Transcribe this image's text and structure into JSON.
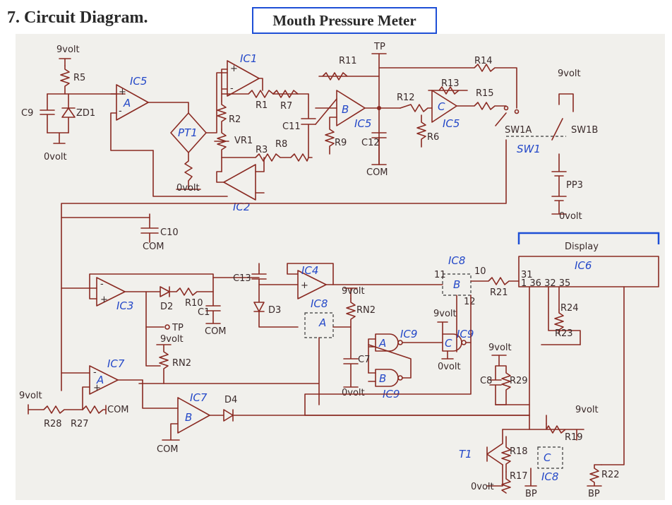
{
  "heading": "7. Circuit Diagram.",
  "title": "Mouth Pressure Meter",
  "colors": {
    "wire": "#8a2a22",
    "ic_label": "#2448c8",
    "box_border": "#1e4fd6",
    "paper": "#f1f0ec"
  },
  "labels": {
    "v9_top": "9volt",
    "r5": "R5",
    "ic5a": "IC5",
    "c9": "C9",
    "zd1": "ZD1",
    "v0_left": "0volt",
    "ic5a_a": "A",
    "pt1": "PT1",
    "v0_pt1": "0volt",
    "ic1": "IC1",
    "r2": "R2",
    "vr1": "VR1",
    "r1": "R1",
    "r7": "R7",
    "r3": "R3",
    "r8": "R8",
    "c11": "C11",
    "ic2": "IC2",
    "r11": "R11",
    "tp_top": "TP",
    "ic5b": "IC5",
    "ic5b_b": "B",
    "r9": "R9",
    "c12": "C12",
    "com_top": "COM",
    "r12": "R12",
    "r13": "R13",
    "r14": "R14",
    "r15": "R15",
    "ic5c": "IC5",
    "ic5c_c": "C",
    "r6": "R6",
    "sw1a": "SW1A",
    "sw1b": "SW1B",
    "sw1": "SW1",
    "v9_sw": "9volt",
    "pp3": "PP3",
    "v0_batt": "0volt",
    "c10": "C10",
    "com_c10": "COM",
    "display": "Display",
    "ic6": "IC6",
    "pin31": "31",
    "pins": "1 36 32 35",
    "r24": "R24",
    "r23": "R23",
    "ic3": "IC3",
    "d2": "D2",
    "r10": "R10",
    "c1": "C1",
    "com_c1": "COM",
    "tp_mid": "TP",
    "c13": "C13",
    "ic4": "IC4",
    "d3": "D3",
    "ic8a": "IC8",
    "ic8a_a": "A",
    "v9_rn2": "9volt",
    "rn2": "RN2",
    "v9_ic7": "9volt",
    "rn2b": "RN2",
    "ic8b": "IC8",
    "ic8b_b": "B",
    "pin10": "10",
    "pin11": "11",
    "pin12": "12",
    "r21": "R21",
    "ic9a": "IC9",
    "ic9a_a": "A",
    "ic9c": "IC9",
    "ic9c_c": "C",
    "v9_ic9": "9volt",
    "v0_ic9": "0volt",
    "c7": "C7",
    "v0_c7": "0volt",
    "ic9b": "IC9",
    "ic9b_b": "B",
    "v9_c8": "9volt",
    "c8": "C8",
    "r29": "R29",
    "ic7a": "IC7",
    "ic7a_a": "A",
    "v9_left": "9volt",
    "r28": "R28",
    "r27": "R27",
    "com_ic7": "COM",
    "ic7b": "IC7",
    "ic7b_b": "B",
    "d4": "D4",
    "com_bottom": "COM",
    "v9_br": "9volt",
    "r19": "R19",
    "t1": "T1",
    "r18": "R18",
    "r17": "R17",
    "v0_t1": "0volt",
    "bp1": "BP",
    "ic8c": "IC8",
    "ic8c_c": "C",
    "r22": "R22",
    "bp2": "BP"
  }
}
